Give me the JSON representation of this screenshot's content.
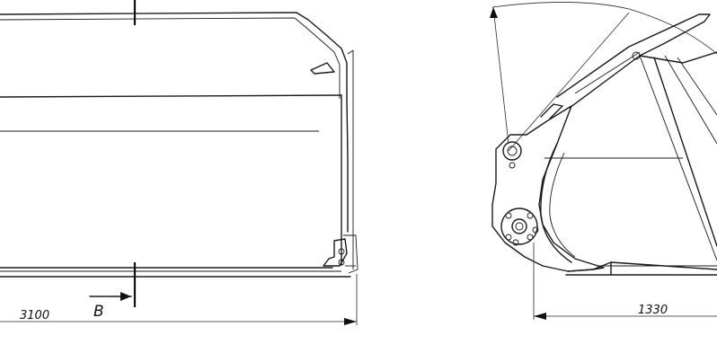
{
  "dimensions": {
    "width_label": "3100",
    "depth_label": "1330"
  },
  "view_marker": {
    "label": "B"
  }
}
